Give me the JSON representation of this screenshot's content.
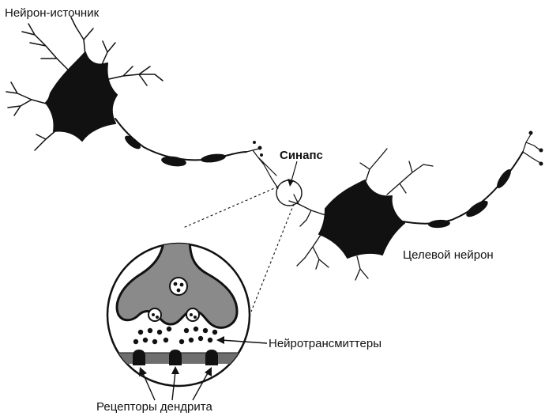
{
  "diagram": {
    "title": "",
    "labels": {
      "source_neuron": "Нейрон-источник",
      "synapse": "Синапс",
      "target_neuron": "Целевой нейрон",
      "neurotransmitters": "Нейротрансмиттеры",
      "dendrite_receptors": "Рецепторы дендрита"
    },
    "colors": {
      "ink": "#111111",
      "terminal_fill": "#8a8a8a",
      "membrane": "#6e6e6e",
      "background": "#ffffff"
    }
  }
}
